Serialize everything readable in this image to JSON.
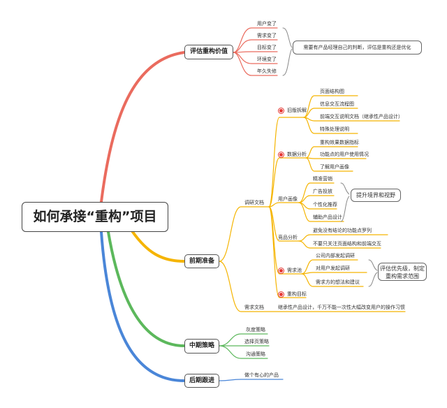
{
  "root": "如何承接“重构”项目",
  "branch1": {
    "title": "评估重构价值",
    "items": [
      "用户变了",
      "需求变了",
      "目标变了",
      "环境变了",
      "年久失修"
    ],
    "note": "需要有产品经理自己的判断，评估是重构还是优化"
  },
  "branch2": {
    "title": "前期准备",
    "research": "调研文档",
    "old": {
      "label": "旧版拆解",
      "items": [
        "页面结构图",
        "信息交互流程图",
        "前端交互说明文档（继承性产品设计）",
        "特殊处理说明"
      ]
    },
    "data": {
      "label": "数据分析",
      "items": [
        "重构效果数据指标",
        "功能点的用户使用情况",
        "了解用户画像"
      ]
    },
    "persona": {
      "label": "用户画像",
      "items": [
        "精准营销",
        "广告投放",
        "个性化推荐",
        "辅助产品设计"
      ],
      "note": "提升境界和视野"
    },
    "competitor": {
      "label": "竞品分析",
      "items": [
        "避免没有结论的功能点罗列",
        "不要只关注页面结构和前端交互"
      ]
    },
    "pool": {
      "label": "需求池",
      "items": [
        "公司内部发起调研",
        "对用户发起调研",
        "需求方的想法和建议"
      ],
      "note": "评估优先级，制定重构需求范围"
    },
    "goal": "重构目标",
    "req": {
      "label": "需求文档",
      "text": "继承性产品设计，千万不能一次性大幅改变用户的操作习惯"
    }
  },
  "branch3": {
    "title": "中期策略",
    "items": [
      "灰度策略",
      "选择页策略",
      "沟通策略"
    ]
  },
  "branch4": {
    "title": "后期跟进",
    "items": [
      "做个有心的产品"
    ]
  }
}
